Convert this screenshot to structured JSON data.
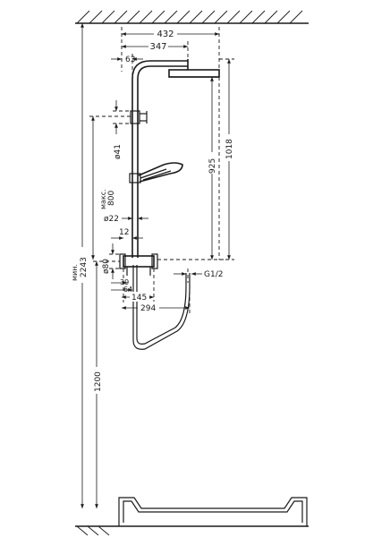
{
  "dimensions": {
    "top_width": "432",
    "arm_length": "347",
    "arm_offset": "63",
    "bracket_diameter": "ø41",
    "handshower_height_max_label": "макс.",
    "handshower_height_max": "800",
    "hose_connection_diameter": "ø22",
    "upper_clearance": "12",
    "mixer_diameter": "ø80",
    "offset_39": "39",
    "offset_64": "64",
    "offset_145": "145",
    "width_294": "294",
    "connection_thread": "G1/2",
    "head_height_925": "925",
    "head_height_1018": "1018",
    "total_height_min_label": "мин.",
    "total_height_min": "2243",
    "mixer_height": "1200"
  }
}
